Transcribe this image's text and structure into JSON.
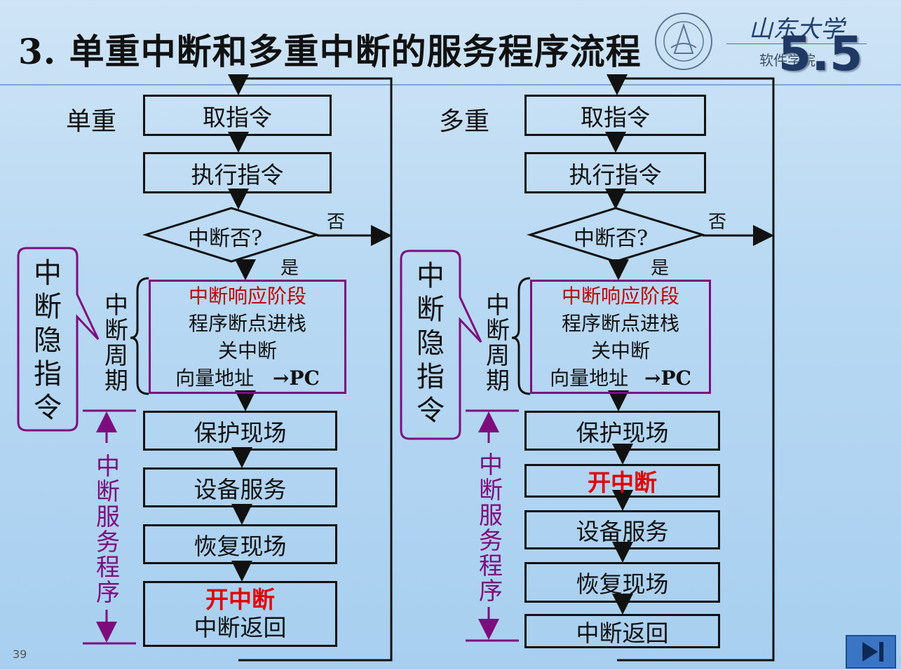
{
  "slide": {
    "title": "3. 单重中断和多重中断的服务程序流程",
    "brand": "山东大学",
    "dept": "软件学院",
    "section": "5.5",
    "page_number": "39"
  },
  "single": {
    "label": "单重",
    "fetch": "取指令",
    "execute": "执行指令",
    "decision": "中断否?",
    "no": "否",
    "yes": "是",
    "cycle_label": "中断周期",
    "cycle_lines": [
      "中断响应阶段",
      "程序断点进栈",
      "关中断",
      "向量地址",
      "→PC"
    ],
    "hidden_label": "中断隐指令",
    "service_label": "中断服务程序",
    "steps": [
      "保护现场",
      "设备服务",
      "恢复现场"
    ],
    "last_red": "开中断",
    "last": "中断返回"
  },
  "multi": {
    "label": "多重",
    "fetch": "取指令",
    "execute": "执行指令",
    "decision": "中断否?",
    "no": "否",
    "yes": "是",
    "cycle_label": "中断周期",
    "cycle_lines": [
      "中断响应阶段",
      "程序断点进栈",
      "关中断",
      "向量地址",
      "→PC"
    ],
    "hidden_label": "中断隐指令",
    "service_label": "中断服务程序",
    "steps": [
      "保护现场",
      "开中断",
      "设备服务",
      "恢复现场",
      "中断返回"
    ]
  },
  "colors": {
    "accent_red": "#e00000",
    "purple": "#7d0d7d",
    "nav_button": "#3a75c4"
  },
  "icons": {
    "logo": "university-seal-icon",
    "nav": "next-slide-icon"
  }
}
